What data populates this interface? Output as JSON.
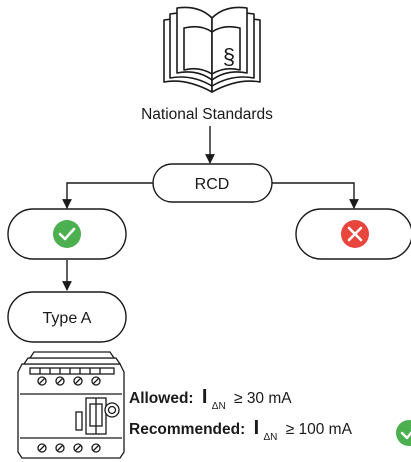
{
  "header": {
    "caption": "National Standards",
    "book_symbol": "§"
  },
  "nodes": {
    "rcd": "RCD",
    "left_status": "check-icon",
    "right_status": "cross-icon",
    "type": "Type A"
  },
  "spec": {
    "allowed_label": "Allowed:",
    "allowed_symbol": "I",
    "allowed_subscript": "ΔN",
    "allowed_value": "≥ 30 mA",
    "recommended_label": "Recommended:",
    "recommended_symbol": "I",
    "recommended_subscript": "ΔN",
    "recommended_value": "≥ 100 mA"
  },
  "colors": {
    "ok": "#4cb050",
    "fail": "#e8453c",
    "stroke": "#1a1a1a"
  }
}
